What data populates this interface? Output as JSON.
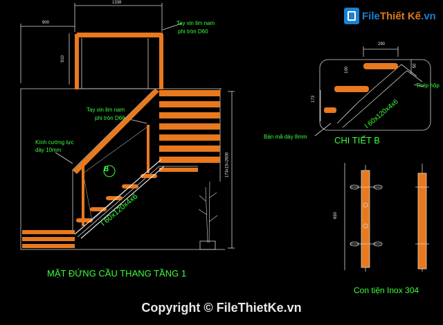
{
  "watermark": {
    "brand_a": "File",
    "brand_b": "Thiết Kế",
    "brand_c": ".vn"
  },
  "elevation": {
    "title": "MẶT ĐỨNG CẦU THANG TẦNG 1",
    "dim_top": "1338",
    "dim_left_top": "900",
    "dim_rail_height": "910",
    "dim_stair_height": "173x15=2600",
    "handrail_top_line1": "Tay vịn lim nam",
    "handrail_top_line2": "phi tròn D60",
    "handrail_mid_line1": "Tay vịn lim nam",
    "handrail_mid_line2": "phi tròn D60",
    "glass_line1": "Kính cường lực",
    "glass_line2": "dày 10mm",
    "beam_label": "I 60x120x4x6",
    "detail_marker": "B"
  },
  "detail_b": {
    "title": "CHI TIẾT B",
    "dim_width": "290",
    "dim_thickness": "50",
    "dim_riser": "173",
    "dim_small": "100",
    "steel_label": "Thép hộp",
    "plate_label": "Bản mã dày 8mm",
    "beam_label": "I 60x120x4x6"
  },
  "baluster": {
    "title": "Con tiện Inox 304",
    "dim_height": "650"
  },
  "footer": {
    "copyright": "Copyright © FileThietKe.vn"
  },
  "colors": {
    "wood": "#e8791e",
    "cad_green": "#3cff3c",
    "line": "#d9d9d9",
    "brand": "#1d7fd0"
  }
}
